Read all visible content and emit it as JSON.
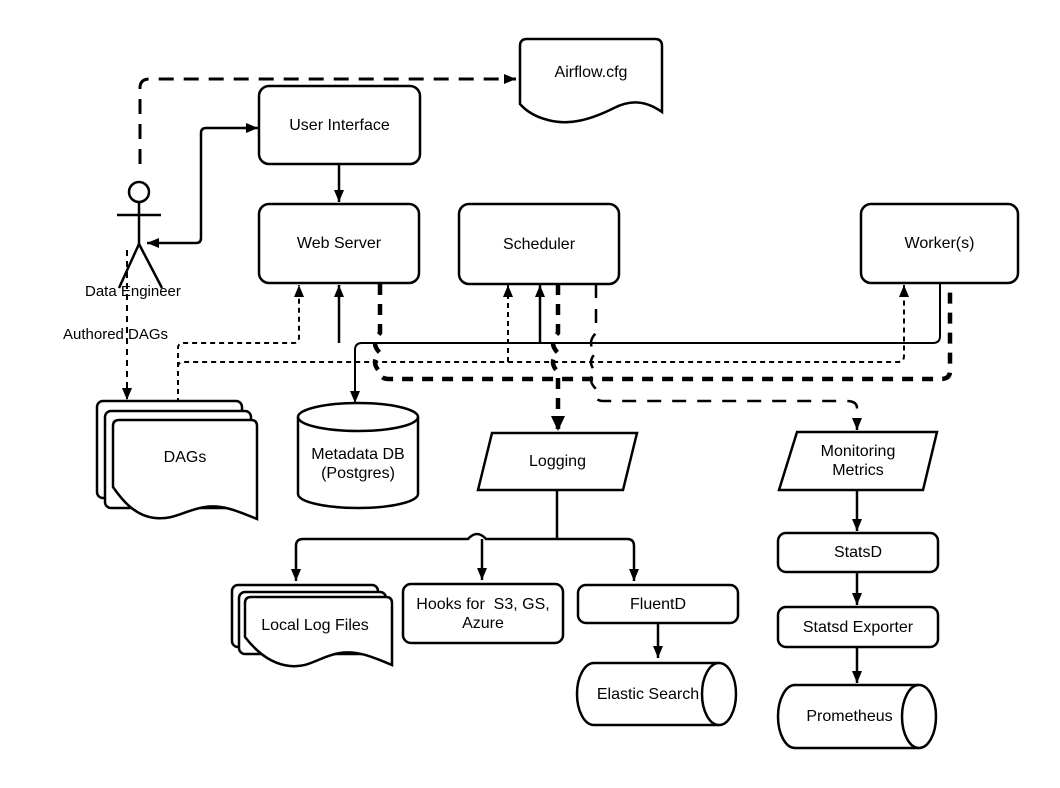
{
  "diagram": {
    "colors": {
      "stroke": "#000000",
      "fill": "#ffffff",
      "background": "#ffffff"
    },
    "nodes": {
      "airflow_cfg": {
        "label": "Airflow.cfg",
        "shape": "document"
      },
      "user_interface": {
        "label": "User Interface",
        "shape": "rounded-rect"
      },
      "web_server": {
        "label": "Web Server",
        "shape": "rounded-rect"
      },
      "scheduler": {
        "label": "Scheduler",
        "shape": "rounded-rect"
      },
      "workers": {
        "label": "Worker(s)",
        "shape": "rounded-rect"
      },
      "dags": {
        "label": "DAGs",
        "shape": "multi-document"
      },
      "metadata_db": {
        "label": "Metadata DB\n(Postgres)",
        "shape": "cylinder"
      },
      "logging": {
        "label": "Logging",
        "shape": "parallelogram"
      },
      "monitoring_metrics": {
        "label": "Monitoring\nMetrics",
        "shape": "parallelogram"
      },
      "statsd": {
        "label": "StatsD",
        "shape": "rounded-rect"
      },
      "statsd_exporter": {
        "label": "Statsd Exporter",
        "shape": "rounded-rect"
      },
      "prometheus": {
        "label": "Prometheus",
        "shape": "horizontal-cylinder"
      },
      "local_log_files": {
        "label": "Local Log Files",
        "shape": "multi-document"
      },
      "hooks": {
        "label": "Hooks for  S3, GS,\nAzure",
        "shape": "rounded-rect"
      },
      "fluentd": {
        "label": "FluentD",
        "shape": "rounded-rect"
      },
      "elastic_search": {
        "label": "Elastic Search",
        "shape": "horizontal-cylinder"
      }
    },
    "annotations": {
      "data_engineer": "Data Engineer",
      "authored_dags": "Authored DAGs"
    },
    "edges": [
      {
        "from": "data_engineer",
        "to": "airflow_cfg",
        "style": "long-dash",
        "arrows": "end"
      },
      {
        "from": "data_engineer",
        "to": "user_interface",
        "style": "solid",
        "arrows": "both"
      },
      {
        "from": "user_interface",
        "to": "web_server",
        "style": "solid",
        "arrows": "end"
      },
      {
        "from": "data_engineer",
        "to": "dags",
        "style": "dash",
        "arrows": "end",
        "label": "Authored DAGs"
      },
      {
        "from": "dags",
        "to": "web_server",
        "style": "dash",
        "arrows": "end"
      },
      {
        "from": "dags",
        "to": "scheduler",
        "style": "dash",
        "arrows": "end"
      },
      {
        "from": "dags",
        "to": "workers",
        "style": "dash",
        "arrows": "end"
      },
      {
        "from": "web_server",
        "to": "metadata_db",
        "style": "solid",
        "arrows": "end"
      },
      {
        "from": "scheduler",
        "to": "metadata_db",
        "style": "solid",
        "arrows": "end"
      },
      {
        "from": "workers",
        "to": "metadata_db",
        "style": "solid",
        "arrows": "none"
      },
      {
        "from": "web_server",
        "to": "logging",
        "style": "heavy-dash",
        "arrows": "none"
      },
      {
        "from": "scheduler",
        "to": "logging",
        "style": "heavy-dash",
        "arrows": "end"
      },
      {
        "from": "workers",
        "to": "logging",
        "style": "heavy-dash",
        "arrows": "none"
      },
      {
        "from": "scheduler",
        "to": "monitoring_metrics",
        "style": "long-dash",
        "arrows": "end"
      },
      {
        "from": "logging",
        "to": "local_log_files",
        "style": "solid",
        "arrows": "end"
      },
      {
        "from": "logging",
        "to": "hooks",
        "style": "solid",
        "arrows": "end"
      },
      {
        "from": "logging",
        "to": "fluentd",
        "style": "solid",
        "arrows": "end"
      },
      {
        "from": "fluentd",
        "to": "elastic_search",
        "style": "solid",
        "arrows": "end"
      },
      {
        "from": "monitoring_metrics",
        "to": "statsd",
        "style": "solid",
        "arrows": "end"
      },
      {
        "from": "statsd",
        "to": "statsd_exporter",
        "style": "solid",
        "arrows": "end"
      },
      {
        "from": "statsd_exporter",
        "to": "prometheus",
        "style": "solid",
        "arrows": "end"
      }
    ]
  }
}
